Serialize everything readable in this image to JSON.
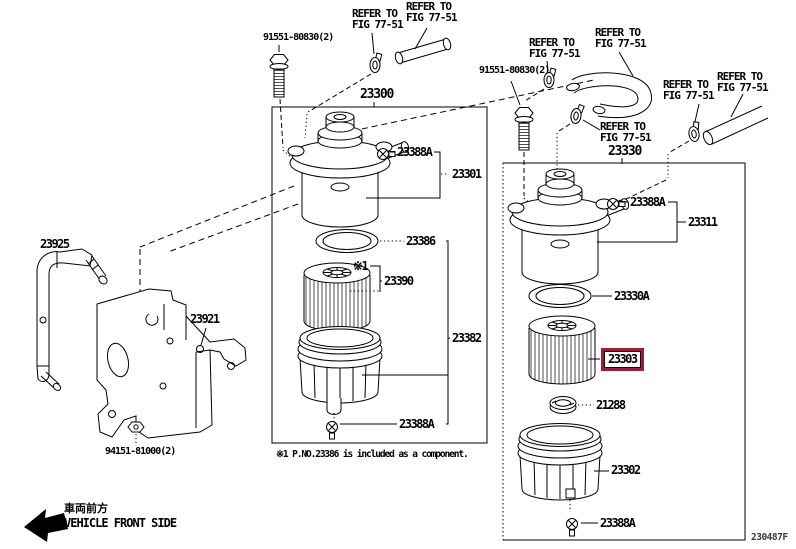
{
  "page": {
    "doc_id": "230487F",
    "background": "#ffffff",
    "line_color": "#000000"
  },
  "highlight": {
    "part": "23303",
    "box_color": "#9e1b3a"
  },
  "labels": {
    "refer_line1": "REFER TO",
    "refer_line2": "FIG 77-51",
    "asm_main": "23300",
    "asm_sub": "23330",
    "bolt": "91551-80830(2)",
    "nut": "94151-81000(2)",
    "clamp": "23388A",
    "head_main": "23301",
    "gasket_main": "23386",
    "element_main": "23390",
    "case_main": "23382",
    "bracket_stay": "23925",
    "bracket_plate": "23921",
    "head_sub": "23311",
    "gasket_sub": "23330A",
    "washer": "21288",
    "case_sub": "23302",
    "note_marker": "※1",
    "note": "※1 P.NO.23386 is included as a component.",
    "front_jp": "車両前方",
    "front_en": "VEHICLE FRONT SIDE"
  }
}
